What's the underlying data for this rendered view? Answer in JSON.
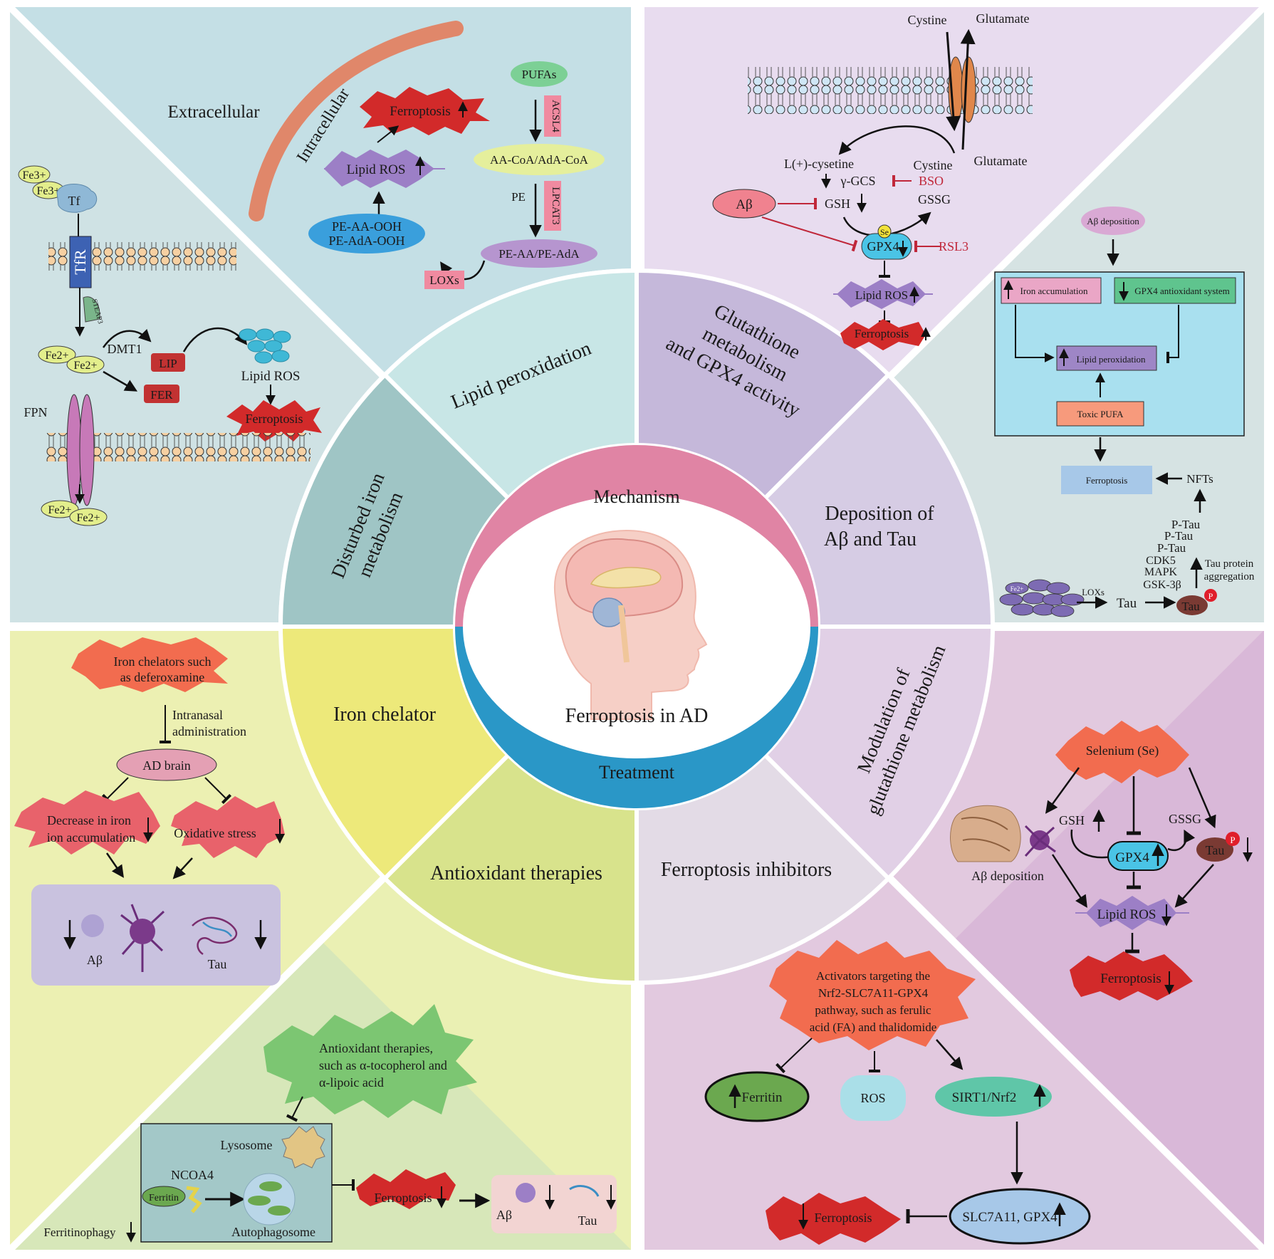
{
  "center": {
    "title": "Ferroptosis in AD",
    "mechanism": "Mechanism",
    "treatment": "Treatment"
  },
  "sectors": {
    "lipid_peroxidation": "Lipid peroxidation",
    "glutathione_1": "Glutathione",
    "glutathione_2": "metabolism",
    "glutathione_3": "and GPX4 activity",
    "deposition_1": "Deposition of",
    "deposition_2": "Aβ and Tau",
    "disturbed_1": "Disturbed iron",
    "disturbed_2": "metabolism",
    "iron_chelator": "Iron chelator",
    "antioxidant": "Antioxidant therapies",
    "inhibitors": "Ferroptosis inhibitors",
    "modulation_1": "Modulation of",
    "modulation_2": "glutathione metabolism"
  },
  "iron_panel": {
    "fe3a": "Fe3+",
    "fe3b": "Fe3+",
    "tf": "Tf",
    "tfr": "TfR",
    "steap3": "STEAP3",
    "fe2a": "Fe2+",
    "fe2b": "Fe2+",
    "dmt1": "DMT1",
    "lip": "LIP",
    "fer": "FER",
    "lipid_ros": "Lipid ROS",
    "ferroptosis": "Ferroptosis",
    "fpn": "FPN",
    "fe2c": "Fe2+",
    "fe2d": "Fe2+"
  },
  "lipid_panel": {
    "extracellular": "Extracellular",
    "intracellular": "Intracellular",
    "ferroptosis": "Ferroptosis",
    "lipid_ros": "Lipid ROS",
    "pufas": "PUFAs",
    "acsl4": "ACSL4",
    "aa_coa": "AA-CoA/AdA-CoA",
    "pe": "PE",
    "lpcat3": "LPCAT3",
    "pe_aa": "PE-AA/PE-AdA",
    "pe_aa_ooh_1": "PE-AA-OOH",
    "pe_aa_ooh_2": "PE-AdA-OOH",
    "loxs": "LOXs"
  },
  "gpx4_panel": {
    "cystine_top": "Cystine",
    "glutamate_top": "Glutamate",
    "cysteine": "L(+)-cysetine",
    "cystine": "Cystine",
    "glutamate": "Glutamate",
    "gcs": "γ-GCS",
    "bso": "BSO",
    "abeta": "Aβ",
    "gsh": "GSH",
    "gssg": "GSSG",
    "se": "Se",
    "gpx4": "GPX4",
    "rsl3": "RSL3",
    "lipid_ros": "Lipid ROS",
    "ferroptosis": "Ferroptosis"
  },
  "abeta_panel": {
    "abeta_deposition": "Aβ deposition",
    "iron_accumulation": "Iron accumulation",
    "gpx4_system": "GPX4 antioxidant system",
    "lipid_peroxidation": "Lipid peroxidation",
    "toxic_pufa": "Toxic PUFA",
    "ferroptosis": "Ferroptosis",
    "nfts": "NFTs",
    "ptau1": "P-Tau",
    "ptau2": "P-Tau",
    "ptau3": "P-Tau",
    "cdk5": "CDK5",
    "mapk": "MAPK",
    "gsk": "GSK-3β",
    "tau_agg_1": "Tau protein",
    "tau_agg_2": "aggregation",
    "loxs": "LOXs",
    "tau": "Tau",
    "tau_p": "Tau",
    "p": "P",
    "fe": "Fe2+"
  },
  "chelator_panel": {
    "chelator_1": "Iron chelators such",
    "chelator_2": "as deferoxamine",
    "intranasal_1": "Intranasal",
    "intranasal_2": "administration",
    "ad_brain": "AD brain",
    "decrease_1": "Decrease in iron",
    "decrease_2": "ion accumulation",
    "oxidative": "Oxidative stress",
    "abeta": "Aβ",
    "tau": "Tau"
  },
  "antiox_panel": {
    "antiox_1": "Antioxidant therapies,",
    "antiox_2": "such as α-tocopherol and",
    "antiox_3": "α-lipoic acid",
    "lysosome": "Lysosome",
    "ncoa4": "NCOA4",
    "ferritin": "Ferritin",
    "autophagosome": "Autophagosome",
    "ferroptosis": "Ferroptosis",
    "ferritinophagy": "Ferritinophagy",
    "abeta": "Aβ",
    "tau": "Tau"
  },
  "inhibitor_panel": {
    "act_1": "Activators targeting the",
    "act_2": "Nrf2-SLC7A11-GPX4",
    "act_3": "pathway, such as ferulic",
    "act_4": "acid (FA) and thalidomide",
    "ferritin": "Ferritin",
    "ros": "ROS",
    "sirt1": "SIRT1/Nrf2",
    "slc": "SLC7A11, GPX4",
    "ferroptosis": "Ferroptosis"
  },
  "modulation_panel": {
    "selenium": "Selenium (Se)",
    "gsh": "GSH",
    "gssg": "GSSG",
    "gpx4": "GPX4",
    "tau": "Tau",
    "p": "P",
    "abeta_deposition": "Aβ deposition",
    "lipid_ros": "Lipid ROS",
    "ferroptosis": "Ferroptosis"
  },
  "colors": {
    "mechanism_band": "#e084a4",
    "treatment_band": "#2a97c7",
    "ferroptosis_red": "#d22a2a",
    "lipid_ros_purple": "#9c7fc6"
  }
}
